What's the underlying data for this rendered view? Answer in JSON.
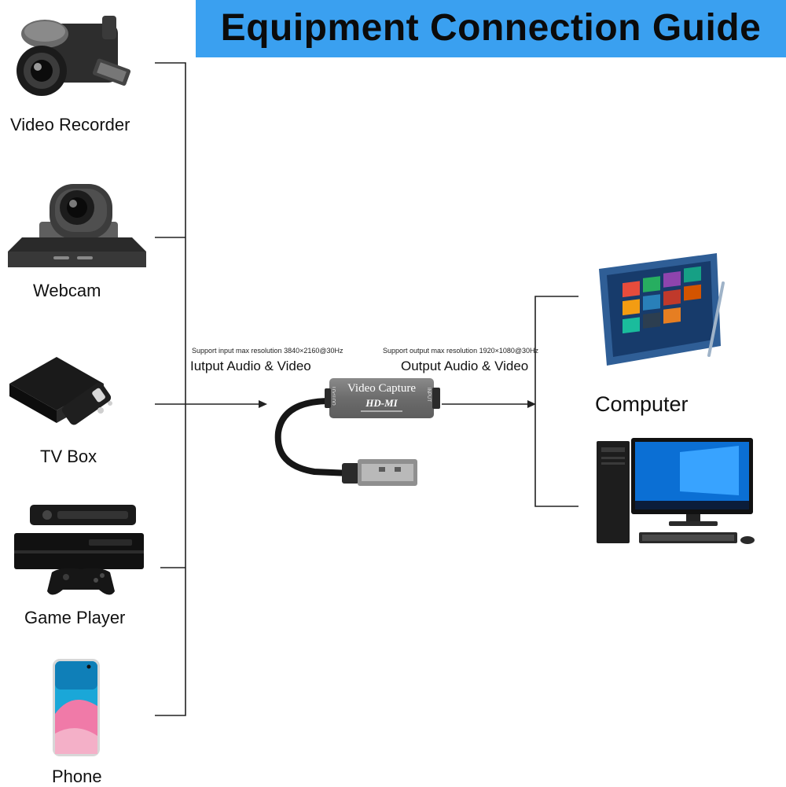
{
  "title": "Equipment Connection Guide",
  "sources": [
    {
      "label": "Video Recorder",
      "icon": "video-recorder-icon"
    },
    {
      "label": "Webcam",
      "icon": "webcam-icon"
    },
    {
      "label": "TV Box",
      "icon": "tv-box-icon"
    },
    {
      "label": "Game Player",
      "icon": "game-console-icon"
    },
    {
      "label": "Phone",
      "icon": "phone-icon"
    }
  ],
  "input": {
    "spec": "Support input max resolution 3840×2160@30Hz",
    "label": "Iutput Audio & Video"
  },
  "output": {
    "spec": "Support output max resolution 1920×1080@30Hz",
    "label": "Output Audio & Video"
  },
  "device": {
    "name": "Video Capture",
    "brand": "HD-MI",
    "port_out": "OUTPUT",
    "port_in": "INPUT"
  },
  "target": {
    "label": "Computer",
    "icons": [
      "tablet-icon",
      "desktop-pc-icon"
    ]
  },
  "colors": {
    "banner": "#3aa0f0",
    "lines": "#222222"
  }
}
